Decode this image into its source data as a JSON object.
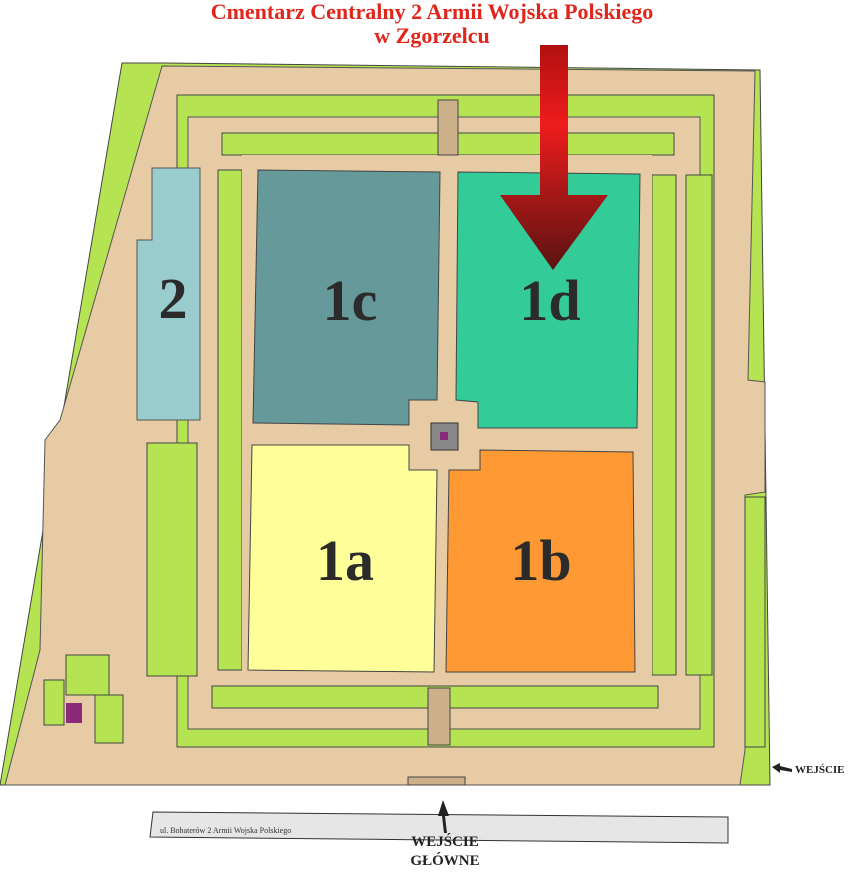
{
  "title": {
    "line1": "Cmentarz Centralny 2 Armii Wojska Polskiego",
    "line2": "w Zgorzelcu"
  },
  "sections": [
    {
      "id": "2",
      "label": "2",
      "color": "#99CCCC"
    },
    {
      "id": "1c",
      "label": "1c",
      "color": "#669999"
    },
    {
      "id": "1d",
      "label": "1d",
      "color": "#33CC99"
    },
    {
      "id": "1a",
      "label": "1a",
      "color": "#FFFF99"
    },
    {
      "id": "1b",
      "label": "1b",
      "color": "#FF9933"
    }
  ],
  "street": "ul. Bohaterów 2 Armii Wojska Polskiego",
  "entrances": {
    "main_line1": "WEJŚCIE",
    "main_line2": "GŁÓWNE",
    "side": "WEJŚCIE"
  },
  "colors": {
    "grass": "#B5E352",
    "path": "#E6CBA5",
    "arrow": "#E01A1A"
  }
}
